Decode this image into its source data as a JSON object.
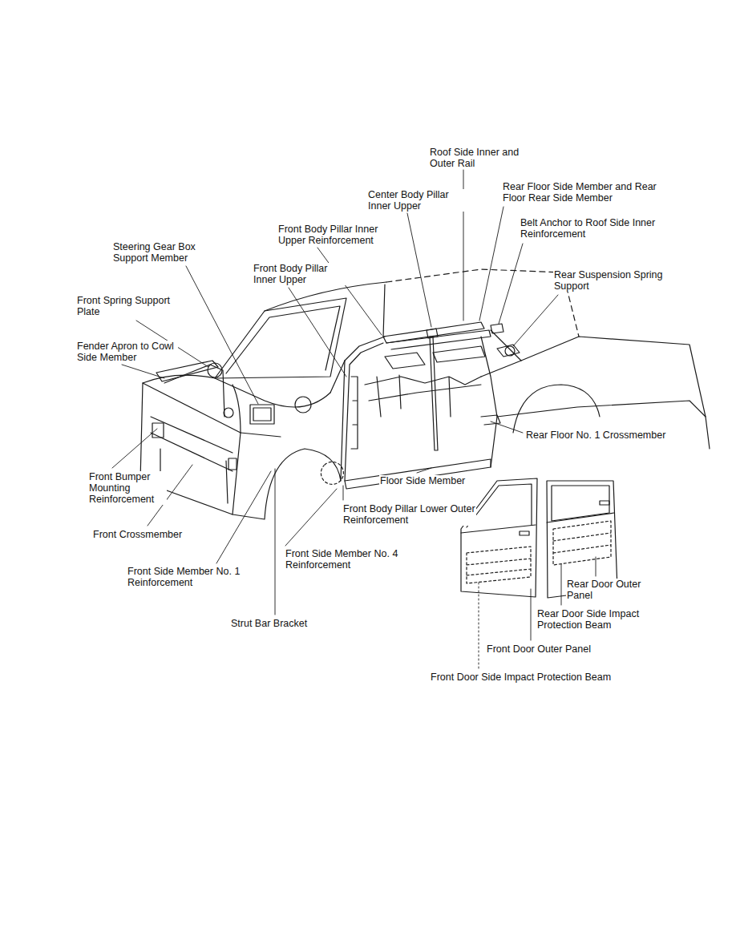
{
  "diagram": {
    "labels": [
      "Roof Side Inner and Outer Rail",
      "Rear Floor Side Member and Rear Floor Rear Side Member",
      "Center Body Pillar Inner Upper",
      "Belt Anchor to Roof Side Inner Reinforcement",
      "Front Body Pillar Inner Upper Reinforcement",
      "Steering Gear Box Support Member",
      "Rear Suspension Spring Support",
      "Front Body Pillar Inner Upper",
      "Front Spring Support Plate",
      "Fender Apron to Cowl Side Member",
      "Rear Floor No. 1 Crossmember",
      "Floor Side Member",
      "Front Bumper Mounting Reinforcement",
      "Front Body Pillar Lower Outer Reinforcement",
      "Front Crossmember",
      "Front Side Member No. 4 Reinforcement",
      "Front Side Member No. 1 Reinforcement",
      "Rear Door Outer Panel",
      "Rear Door Side Impact Protection Beam",
      "Strut Bar Bracket",
      "Front Door Outer Panel",
      "Front Door Side Impact Protection Beam"
    ]
  }
}
